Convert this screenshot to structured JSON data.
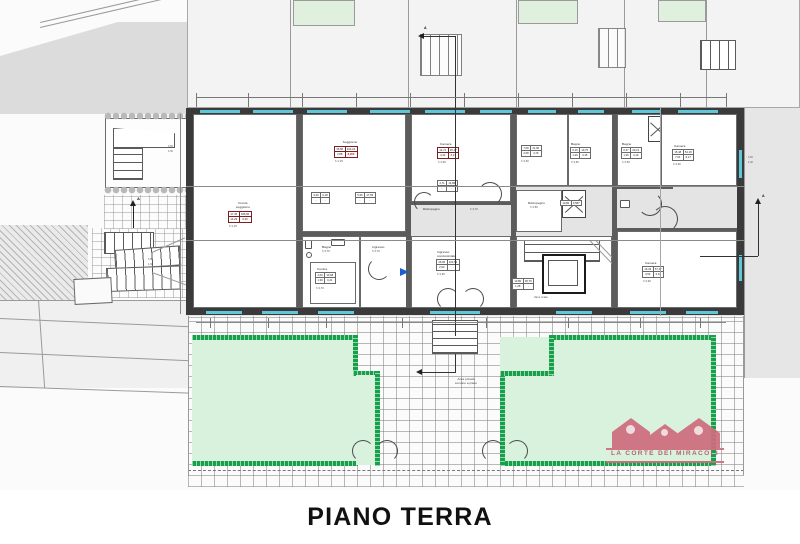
{
  "sheet": {
    "title": "PIANO TERRA",
    "drawing_type": "architectural floor plan",
    "section_marks": [
      "A",
      "A"
    ]
  },
  "logo": {
    "text": "LA CORTE DEI MIRACOLI",
    "color": "#cf6c7e",
    "shapes": "three-houses"
  },
  "site_labels": {
    "courtyard": "Area privata\ncomune a piano",
    "courtyard_line1": "Area privata",
    "courtyard_line2": "comune a piano",
    "stair_well": "Vano scala"
  },
  "rooms": [
    {
      "id": "r-fronte",
      "name": "Fronte\nsoggiorno",
      "name_line1": "Fronte",
      "name_line2": "soggiorno",
      "height": "h 4,15",
      "table": [
        [
          "47,45",
          "186,60"
        ],
        [
          "14,29",
          "6,26"
        ]
      ]
    },
    {
      "id": "r-soggiorno",
      "name": "Soggiorno",
      "name_line1": "Soggiorno",
      "name_line2": "",
      "height": "h 4,15",
      "table": [
        [
          "35,80",
          "104,24"
        ],
        [
          "2,88",
          "8,350"
        ]
      ],
      "highlight_cell": "8,350"
    },
    {
      "id": "r-soggiorno-sub-a",
      "name": "",
      "name_line1": "",
      "name_line2": "",
      "height": "",
      "table": [
        [
          "3,40",
          "6,18"
        ],
        [
          "-",
          "-"
        ]
      ]
    },
    {
      "id": "r-soggiorno-sub-b",
      "name": "",
      "name_line1": "",
      "name_line2": "",
      "height": "",
      "table": [
        [
          "5,66",
          "17,65"
        ],
        [
          "-",
          "-"
        ]
      ]
    },
    {
      "id": "r-camera-1",
      "name": "Camera",
      "name_line1": "Camera",
      "name_line2": "",
      "height": "h 3,90",
      "table": [
        [
          "14,71",
          "45,17"
        ],
        [
          "4,43",
          "6,41"
        ]
      ]
    },
    {
      "id": "r-disimpegno-1",
      "name": "Disimpegno",
      "name_line1": "Disimpegno",
      "name_line2": "",
      "height": "h 3,70",
      "table": [
        [
          "4,71",
          "14,86"
        ],
        [
          "-",
          "-"
        ]
      ]
    },
    {
      "id": "r-camera-2",
      "name": "",
      "name_line1": "",
      "name_line2": "",
      "height": "h 3,60",
      "table": [
        [
          "7,08",
          "21,90"
        ],
        [
          "2,08",
          "4,79"
        ]
      ]
    },
    {
      "id": "r-bagno-1",
      "name": "Bagno",
      "name_line1": "Bagno",
      "name_line2": "",
      "height": "h 3,50",
      "table": [
        [
          "6,29",
          "19,70"
        ],
        [
          "1,29",
          "4,15"
        ]
      ]
    },
    {
      "id": "r-disimpegno-2",
      "name": "Disimpegno",
      "name_line1": "Disimpegno",
      "name_line2": "",
      "height": "h 3,50",
      "table": [
        [
          "10,86",
          "3,587"
        ],
        [
          "-",
          "-"
        ]
      ]
    },
    {
      "id": "r-bagno-2",
      "name": "Bagno",
      "name_line1": "Bagno",
      "name_line2": "",
      "height": "h 3,50",
      "table": [
        [
          "6,37",
          "20,21"
        ],
        [
          "1,36",
          "4,19"
        ]
      ]
    },
    {
      "id": "r-camera-3",
      "name": "Camera",
      "name_line1": "Camera",
      "name_line2": "",
      "height": "h 3,90",
      "table": [
        [
          "15,48",
          "54,18"
        ],
        [
          "7,04",
          "6,17"
        ]
      ]
    },
    {
      "id": "r-bagno-3",
      "name": "Bagno",
      "name_line1": "Bagno",
      "name_line2": "",
      "height": "h 3,70",
      "table": [
        [
          "-",
          "-"
        ],
        [
          "-",
          "-"
        ]
      ]
    },
    {
      "id": "r-cucina",
      "name": "Cucina",
      "name_line1": "Cucina",
      "name_line2": "",
      "height": "h 3,70",
      "table": [
        [
          "4,09",
          "13,68"
        ],
        [
          "1,39",
          "0,21"
        ]
      ]
    },
    {
      "id": "r-ingresso",
      "name": "Ingresso",
      "name_line1": "Ingresso",
      "name_line2": "",
      "height": "h 3,70",
      "table": [
        [
          "-",
          "-"
        ],
        [
          "-",
          "-"
        ]
      ]
    },
    {
      "id": "r-ingresso-cond",
      "name": "Ingresso\ncondominiale",
      "name_line1": "Ingresso",
      "name_line2": "condominiale",
      "height": "h 3,90",
      "table": [
        [
          "26,90",
          "104,52"
        ],
        [
          "2,60",
          "-"
        ]
      ]
    },
    {
      "id": "r-vano-small",
      "name": "",
      "name_line1": "",
      "name_line2": "",
      "height": "",
      "table": [
        [
          "13,80",
          "36,79"
        ],
        [
          "1,28",
          "-"
        ]
      ]
    },
    {
      "id": "r-camera-4",
      "name": "Camera",
      "name_line1": "Camera",
      "name_line2": "",
      "height": "h 3,90",
      "table": [
        [
          "16,43",
          "57,47"
        ],
        [
          "3,53",
          "6,10"
        ]
      ]
    }
  ],
  "colors": {
    "wall": "#3a3a3a",
    "garden_fill": "#d9f2dd",
    "hedge": "#17a04a",
    "window_glass": "#5ec8d8",
    "paving": "#fbfbfb",
    "site_grey": "#dcdcdc",
    "accent_red": "#cc1111",
    "logo_pink": "#cf6c7e",
    "blue_marker": "#1c5fd0"
  }
}
